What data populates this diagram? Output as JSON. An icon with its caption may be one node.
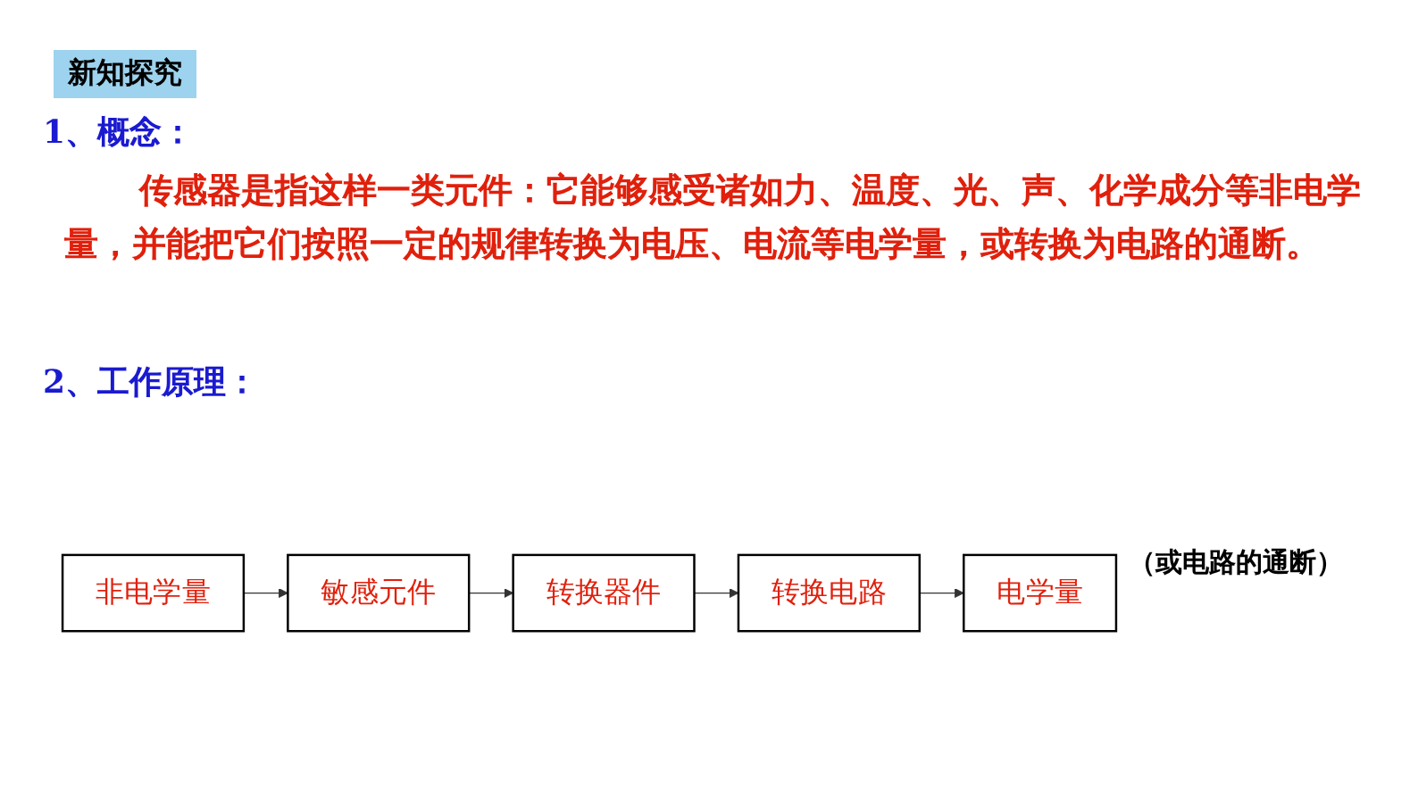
{
  "diagram": {
    "title": "新知探究",
    "nodes": [
      {
        "text": [
          "非电学量"
        ]
      },
      {
        "text": [
          "敏感元件"
        ]
      },
      {
        "text": [
          "转换器件"
        ]
      },
      {
        "text": [
          "转换电路"
        ]
      },
      {
        "text": [
          "电学量"
        ],
        "beside": [
          "（或电路的通断）"
        ]
      }
    ],
    "edges": [
      {
        "from": 0,
        "to": 1,
        "arrow": "to"
      },
      {
        "from": 1,
        "to": 2,
        "arrow": "to"
      },
      {
        "from": 2,
        "to": 3,
        "arrow": "to"
      },
      {
        "from": 3,
        "to": 4,
        "arrow": "to"
      }
    ],
    "labels": [
      "1、概念：",
      "传感器是指这样一类元件：它能够感受诸如力、温度、光、声、化学成分等非电学量，并能把它们按照一定的规律转换为电压、电流等电学量，或转换为电路的通断。",
      "2、工作原理："
    ]
  }
}
